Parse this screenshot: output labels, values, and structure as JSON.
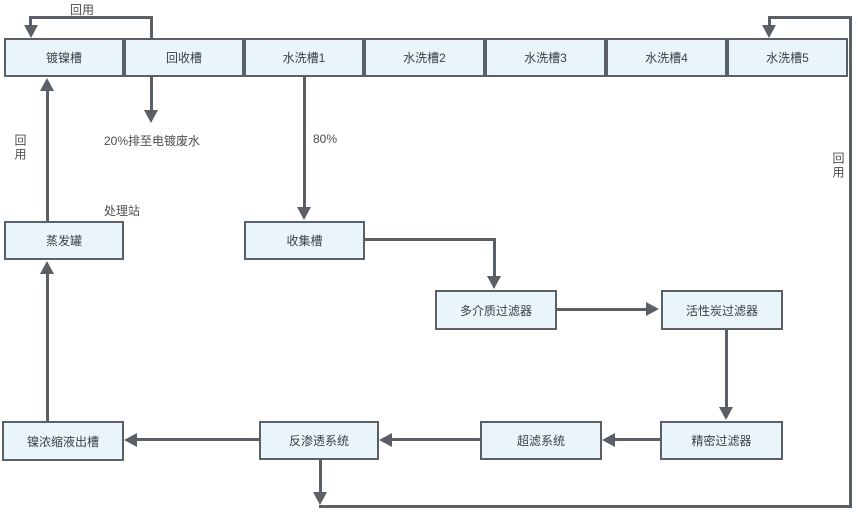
{
  "diagram": {
    "type": "flowchart",
    "nodes": {
      "plating": {
        "label": "镀镍槽"
      },
      "recovery": {
        "label": "回收槽"
      },
      "rinse1": {
        "label": "水洗槽1"
      },
      "rinse2": {
        "label": "水洗槽2"
      },
      "rinse3": {
        "label": "水洗槽3"
      },
      "rinse4": {
        "label": "水洗槽4"
      },
      "rinse5": {
        "label": "水洗槽5"
      },
      "evaporator": {
        "label": "蒸发罐"
      },
      "collection": {
        "label": "收集槽"
      },
      "multimedia": {
        "label": "多介质过滤器"
      },
      "carbon": {
        "label": "活性炭过滤器"
      },
      "concentrate": {
        "label": "镍浓缩液出槽"
      },
      "ro": {
        "label": "反渗透系统"
      },
      "uf": {
        "label": "超滤系统"
      },
      "precision": {
        "label": "精密过滤器"
      }
    },
    "labels": {
      "reuse_top": "回用",
      "reuse_left": "回用",
      "reuse_right": "回用",
      "drain_20": "20%排至电镀废水",
      "split_80": "80%",
      "station": "处理站"
    },
    "edges": [
      {
        "from": "recovery",
        "to": "plating",
        "note": "回用"
      },
      {
        "from": "recovery",
        "to": "drain",
        "note": "20%排至电镀废水"
      },
      {
        "from": "rinse1",
        "to": "collection",
        "note": "80%"
      },
      {
        "from": "collection",
        "to": "multimedia"
      },
      {
        "from": "multimedia",
        "to": "carbon"
      },
      {
        "from": "carbon",
        "to": "precision"
      },
      {
        "from": "precision",
        "to": "uf"
      },
      {
        "from": "uf",
        "to": "ro"
      },
      {
        "from": "ro",
        "to": "concentrate"
      },
      {
        "from": "ro",
        "to": "rinse5",
        "note": "回用"
      },
      {
        "from": "concentrate",
        "to": "evaporator"
      },
      {
        "from": "evaporator",
        "to": "plating",
        "note": "回用"
      }
    ],
    "colors": {
      "node_fill": "#e9f4fb",
      "node_border": "#5a6065",
      "line": "#5a6065",
      "text": "#4a4e52"
    }
  }
}
